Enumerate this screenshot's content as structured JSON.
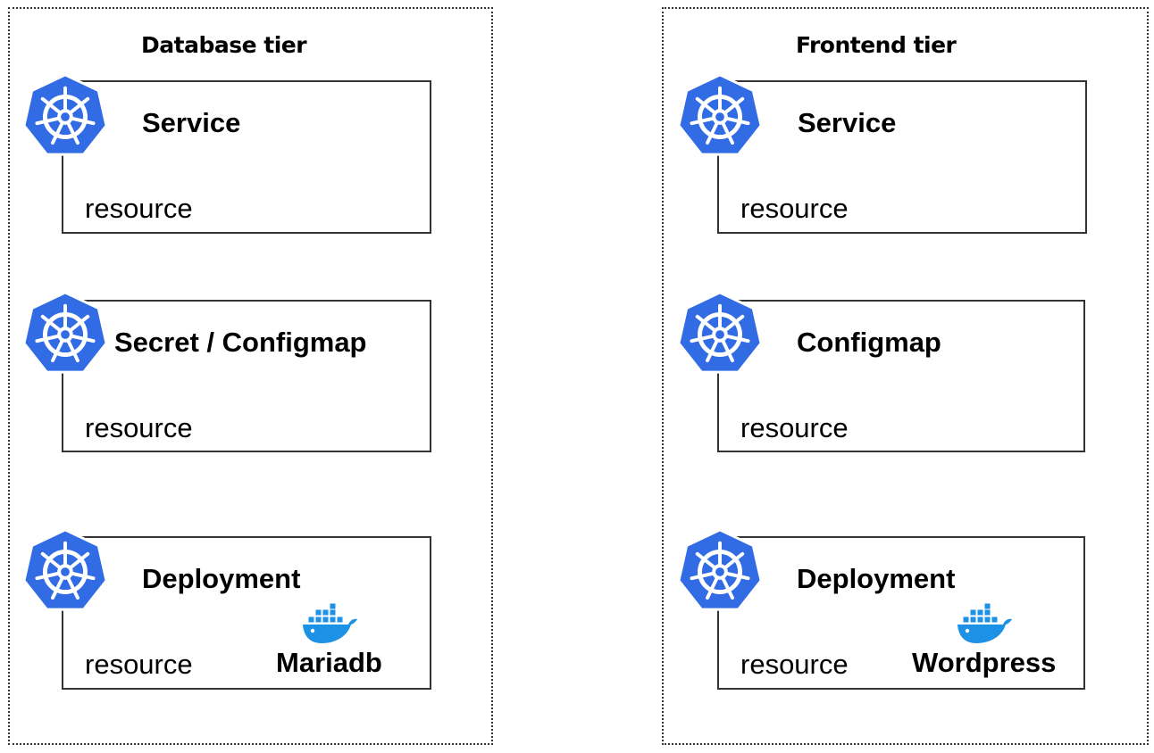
{
  "colors": {
    "k8s_blue": "#326CE5",
    "docker_blue": "#1D91E6",
    "border": "#333333"
  },
  "tiers": [
    {
      "title": "Database tier",
      "resources": [
        {
          "title": "Service",
          "kind": "resource",
          "icon": "kubernetes-icon"
        },
        {
          "title": "Secret / Configmap",
          "kind": "resource",
          "icon": "kubernetes-icon"
        },
        {
          "title": "Deployment",
          "kind": "resource",
          "icon": "kubernetes-icon",
          "app": "Mariadb",
          "app_icon": "docker-icon"
        }
      ]
    },
    {
      "title": "Frontend tier",
      "resources": [
        {
          "title": "Service",
          "kind": "resource",
          "icon": "kubernetes-icon"
        },
        {
          "title": "Configmap",
          "kind": "resource",
          "icon": "kubernetes-icon"
        },
        {
          "title": "Deployment",
          "kind": "resource",
          "icon": "kubernetes-icon",
          "app": "Wordpress",
          "app_icon": "docker-icon"
        }
      ]
    }
  ]
}
